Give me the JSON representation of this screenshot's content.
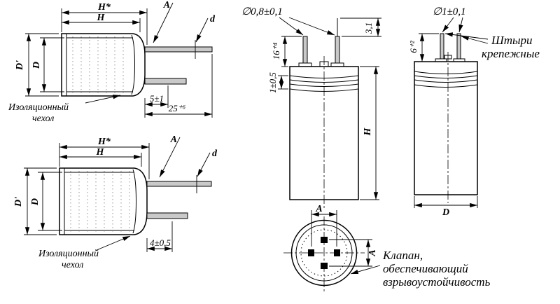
{
  "figure": {
    "view1": {
      "h_star": "H*",
      "h": "H",
      "a": "A",
      "d": "d",
      "d_outer": "D'",
      "d_body": "D",
      "sleeve1": "Изоляционный",
      "sleeve2": "чехол",
      "lead_root": "5±1",
      "lead_length": "25⁺⁶"
    },
    "view2": {
      "h_star": "H*",
      "h": "H",
      "a": "A",
      "d": "d",
      "d_outer": "D'",
      "d_body": "D",
      "sleeve1": "Изоляционный",
      "sleeve2": "чехол",
      "lead_root": "4±0,5"
    },
    "view3": {
      "lead_dia": "∅0,8±0,1",
      "tip": "3,1",
      "lead_free": "16⁺⁴",
      "crimp": "1±0,5",
      "h": "H",
      "a": "A"
    },
    "view4": {
      "a_h": "A",
      "a_v": "A",
      "valve1": "Клапан,",
      "valve2": "обеспечивающий",
      "valve3": "взрывоустойчивость"
    },
    "view5": {
      "pin_dia": "∅1±0,1",
      "pins1": "Штыри",
      "pins2": "крепежные",
      "pin_free": "6⁺²",
      "d_body": "D"
    }
  }
}
